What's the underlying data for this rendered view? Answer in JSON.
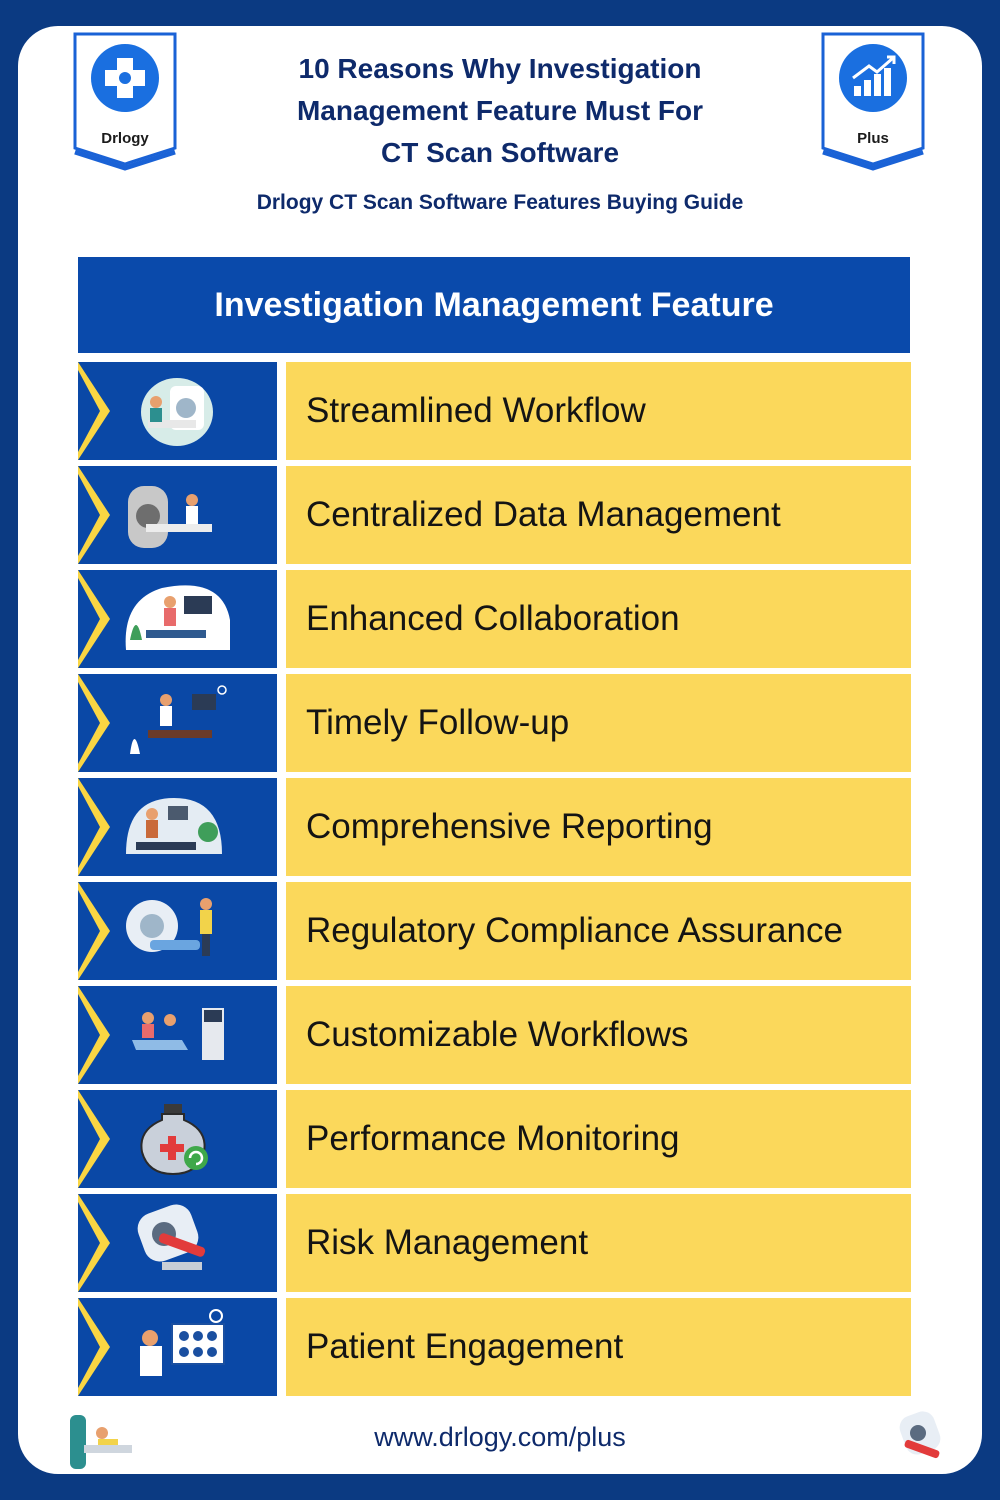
{
  "header": {
    "left_badge_label": "Drlogy",
    "right_badge_label": "Plus",
    "title_lines": [
      "10 Reasons Why Investigation",
      "Management Feature Must For",
      "CT Scan Software"
    ],
    "subtitle": "Drlogy CT Scan Software Features Buying Guide"
  },
  "banner": {
    "title": "Investigation Management Feature"
  },
  "items": [
    {
      "label": "Streamlined Workflow",
      "icon": "mri-scanner-patient-icon"
    },
    {
      "label": "Centralized Data Management",
      "icon": "ct-scanner-doctor-icon"
    },
    {
      "label": "Enhanced Collaboration",
      "icon": "doctor-patient-monitor-icon"
    },
    {
      "label": "Timely Follow-up",
      "icon": "doctor-ultrasound-icon"
    },
    {
      "label": "Comprehensive Reporting",
      "icon": "doctors-team-icon"
    },
    {
      "label": "Regulatory Compliance Assurance",
      "icon": "scanner-doctor-standing-icon"
    },
    {
      "label": "Customizable Workflows",
      "icon": "patient-chair-machine-icon"
    },
    {
      "label": "Performance Monitoring",
      "icon": "flask-refresh-icon"
    },
    {
      "label": "Risk Management",
      "icon": "mri-patient-lying-icon"
    },
    {
      "label": "Patient Engagement",
      "icon": "doctor-brain-scans-icon"
    }
  ],
  "footer": {
    "url": "www.drlogy.com/plus"
  },
  "colors": {
    "background": "#0b3a82",
    "banner": "#0a4aab",
    "row_label": "#fbd85b",
    "chevron": "#fad643",
    "title_text": "#0e2a6b"
  }
}
